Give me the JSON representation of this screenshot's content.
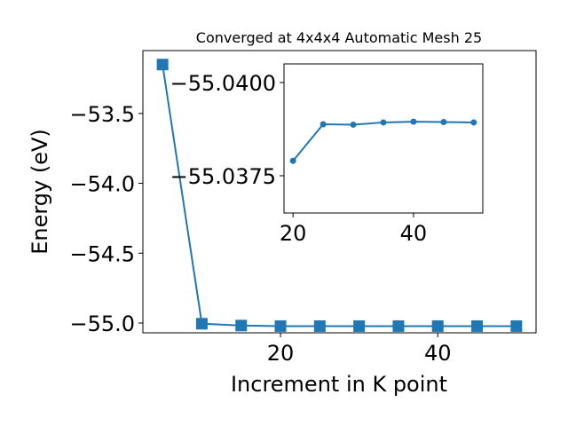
{
  "chart_data": [
    {
      "type": "line",
      "title": "Converged at 4x4x4 Automatic Mesh 25",
      "xlabel": "Increment in K point",
      "ylabel": "Energy (eV)",
      "x": [
        5,
        10,
        15,
        20,
        25,
        30,
        35,
        40,
        45,
        50
      ],
      "series": [
        {
          "values": [
            -53.15,
            -55.005,
            -55.018,
            -55.022,
            -55.022,
            -55.022,
            -55.022,
            -55.022,
            -55.022,
            -55.022
          ],
          "marker": "square",
          "color": "#1f77b4"
        }
      ],
      "xlim": [
        2.5,
        52.5
      ],
      "ylim": [
        -55.07,
        -53.05
      ],
      "xticks": [
        20,
        40
      ],
      "xticklabels": [
        "20",
        "40"
      ],
      "yticks": [
        -53.5,
        -54.0,
        -54.5,
        -55.0
      ],
      "yticklabels": [
        "−53.5",
        "−54.0",
        "−54.5",
        "−55.0"
      ],
      "grid": false
    },
    {
      "type": "line",
      "title": "",
      "xlabel": "",
      "ylabel": "",
      "x": [
        20,
        25,
        30,
        35,
        40,
        45,
        50
      ],
      "series": [
        {
          "values": [
            -55.0379,
            -55.03888,
            -55.03887,
            -55.03893,
            -55.03895,
            -55.03894,
            -55.03893
          ],
          "marker": "circle",
          "color": "#1f77b4"
        }
      ],
      "xlim": [
        18.5,
        51.5
      ],
      "ylim": [
        -55.0365,
        -55.0405
      ],
      "xticks": [
        20,
        40
      ],
      "xticklabels": [
        "20",
        "40"
      ],
      "yticks": [
        -55.04,
        -55.0375
      ],
      "yticklabels": [
        "−55.0400",
        "−55.0375"
      ],
      "grid": false
    }
  ]
}
